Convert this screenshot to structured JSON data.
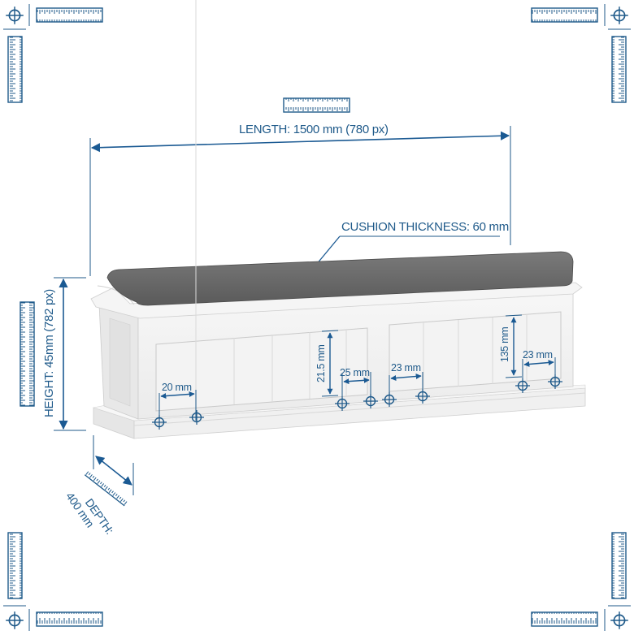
{
  "colors": {
    "accent": "#1f5a8a",
    "arrow": "#1b5a93",
    "cushion": "#6a6a6a",
    "cushion_dark": "#555555",
    "bench_body": "#f2f2f2",
    "bench_shadow": "#d9d9d9",
    "background": "#ffffff"
  },
  "dimensions": {
    "length": "LENGTH: 1500 mm (780 px)",
    "cushion": "CUSHION THICKNESS: 60 mm",
    "height": "HEIGHT: 45mm (782 px)",
    "depth_line1": "DEPTH:",
    "depth_line2": "400 mm"
  },
  "annotations": {
    "left_gap": "20 mm",
    "panel_height_left": "21.5 mm",
    "center_gap_left": "25 mm",
    "center_gap_right": "23 mm",
    "panel_height_right": "135 mm",
    "right_gap": "23 mm"
  },
  "decorations": {
    "corner_marks": [
      "crosshair-icon",
      "ruler-icon"
    ],
    "corners": [
      "top-left",
      "top-right",
      "bottom-left",
      "bottom-right"
    ]
  }
}
